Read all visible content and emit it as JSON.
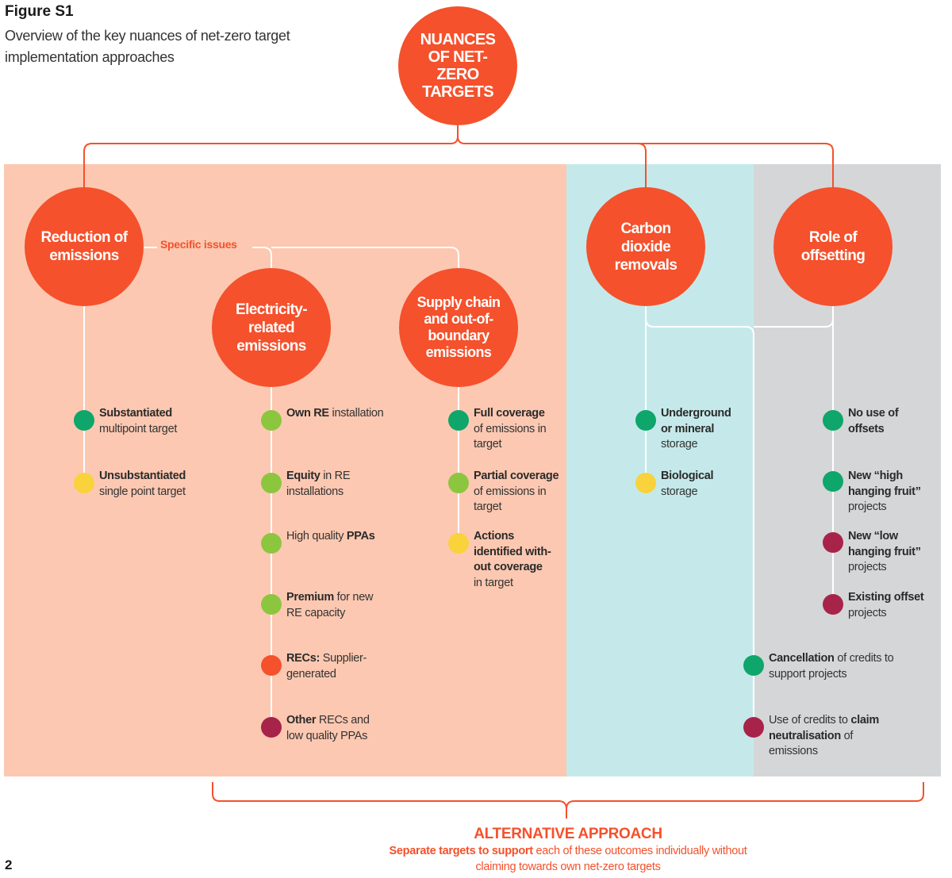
{
  "figure": {
    "label": "Figure S1",
    "subtitle": "Overview of the key nuances of net-zero target implementation approaches"
  },
  "root": "NUANCES OF NET-ZERO TARGETS",
  "categories": {
    "reduction": "Reduction of emissions",
    "electricity": "Electricity-related emissions",
    "supply": "Supply chain and out-of-boundary emissions",
    "cdr": "Carbon dioxide removals",
    "offsetting": "Role of offsetting"
  },
  "specific_issues": "Specific issues",
  "colors": {
    "orange": "#f4512c",
    "dark_green": "#0ea66b",
    "light_green": "#8cc63f",
    "yellow": "#f9d23c",
    "red": "#f4512c",
    "maroon": "#a8234a",
    "panel_salmon": "#fcc8b1",
    "panel_cyan": "#c5e9ea",
    "panel_grey": "#d5d6d8"
  },
  "items": {
    "reduction": [
      {
        "bold": "Substantiated",
        "text": "multipoint target",
        "color": "dark_green"
      },
      {
        "bold": "Unsubstantiated",
        "text": "single point target",
        "color": "yellow"
      }
    ],
    "electricity": [
      {
        "bold": "Own RE",
        "text": " installation",
        "color": "light_green"
      },
      {
        "bold": "Equity",
        "text": " in RE installations",
        "color": "light_green"
      },
      {
        "pre": "High quality ",
        "bold": "PPAs",
        "color": "light_green"
      },
      {
        "bold": "Premium",
        "text": " for new RE capacity",
        "color": "light_green"
      },
      {
        "bold": "RECs:",
        "text": " Supplier-generated",
        "color": "red"
      },
      {
        "bold": "Other",
        "text": " RECs and low quality PPAs",
        "color": "maroon"
      }
    ],
    "supply": [
      {
        "bold": "Full coverage",
        "text": "of emissions in target",
        "color": "dark_green"
      },
      {
        "bold": "Partial coverage",
        "text": "of emissions in target",
        "color": "light_green"
      },
      {
        "bold": "Actions identified with-out coverage",
        "text": "in target",
        "color": "yellow"
      }
    ],
    "cdr": [
      {
        "bold": "Underground or mineral",
        "text": "storage",
        "color": "dark_green"
      },
      {
        "bold": "Biological",
        "text": "storage",
        "color": "yellow"
      }
    ],
    "offsetting": [
      {
        "bold": "No use of offsets",
        "color": "dark_green"
      },
      {
        "bold": "New “high hanging fruit”",
        "text": "projects",
        "color": "dark_green"
      },
      {
        "bold": "New “low hanging fruit”",
        "text": "projects",
        "color": "maroon"
      },
      {
        "bold": "Existing offset",
        "text": "projects",
        "color": "maroon"
      }
    ],
    "credits": [
      {
        "bold": "Cancellation",
        "text": " of credits to support projects",
        "color": "dark_green"
      },
      {
        "pre": "Use of credits to ",
        "bold": "claim neutralisation",
        "text": " of emissions",
        "color": "maroon"
      }
    ]
  },
  "alternative": {
    "title": "ALTERNATIVE APPROACH",
    "bold": "Separate targets to support",
    "text": " each of these outcomes individually without claiming towards own net-zero targets"
  },
  "page_number": "2"
}
